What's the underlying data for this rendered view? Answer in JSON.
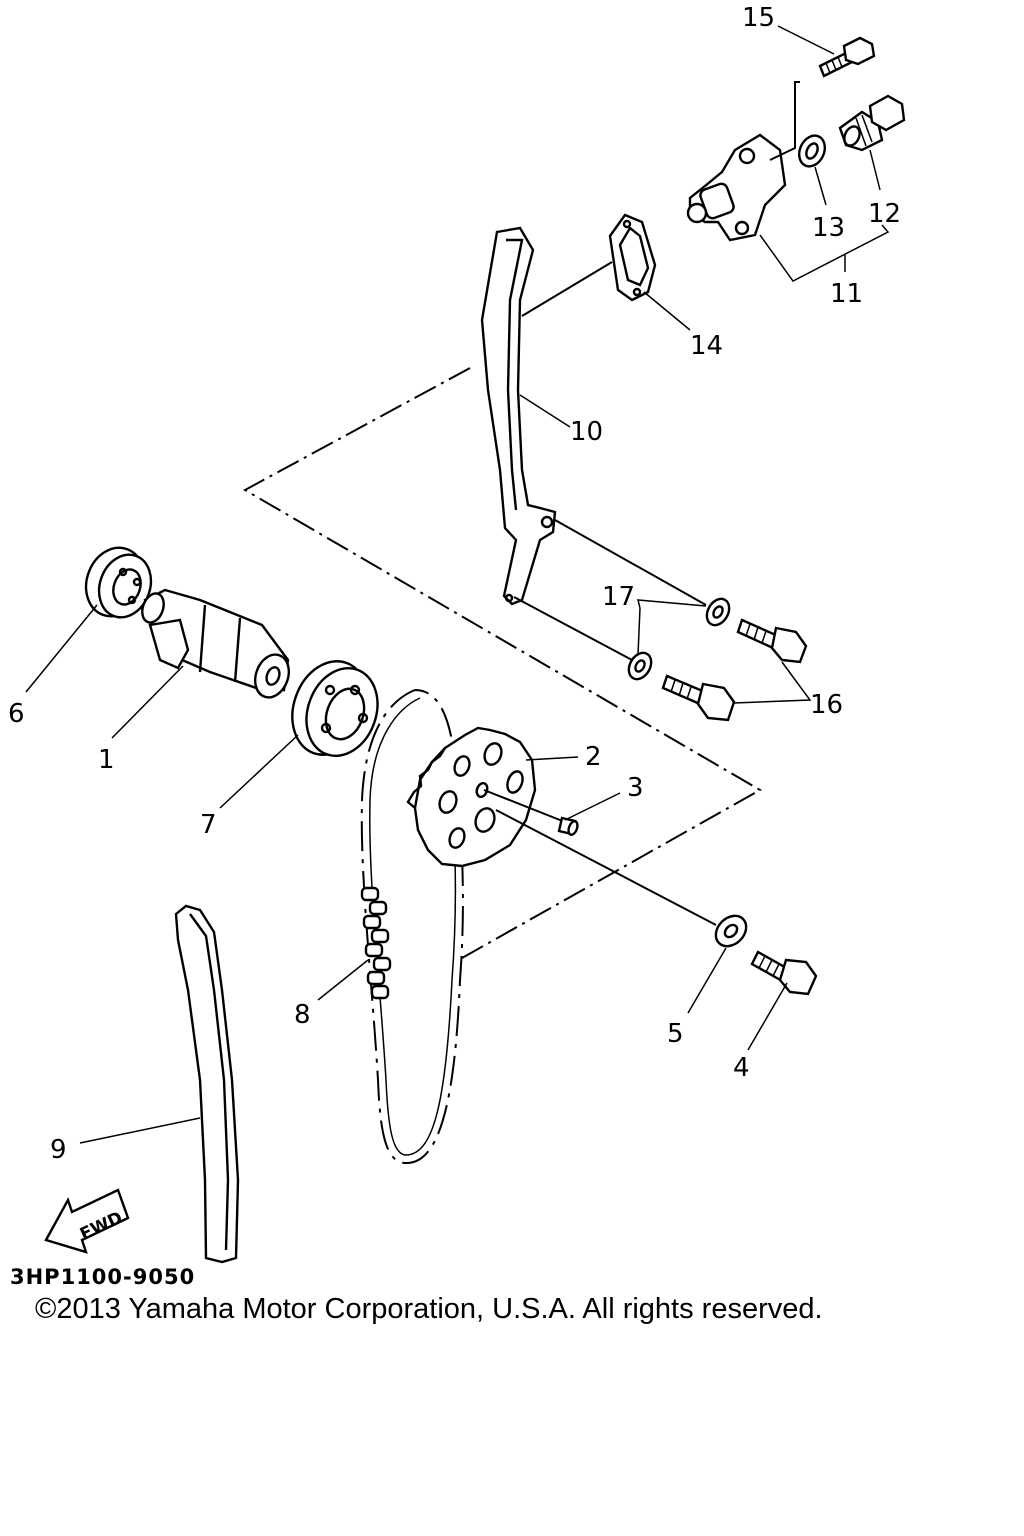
{
  "diagram": {
    "part_labels": [
      "15",
      "12",
      "13",
      "11",
      "14",
      "10",
      "17",
      "6",
      "16",
      "1",
      "2",
      "3",
      "7",
      "8",
      "5",
      "4",
      "9"
    ],
    "fwd_label": "FWD",
    "drawing_code": "3HP1100-9050"
  },
  "copyright": "©2013 Yamaha Motor Corporation, U.S.A. All rights reserved."
}
